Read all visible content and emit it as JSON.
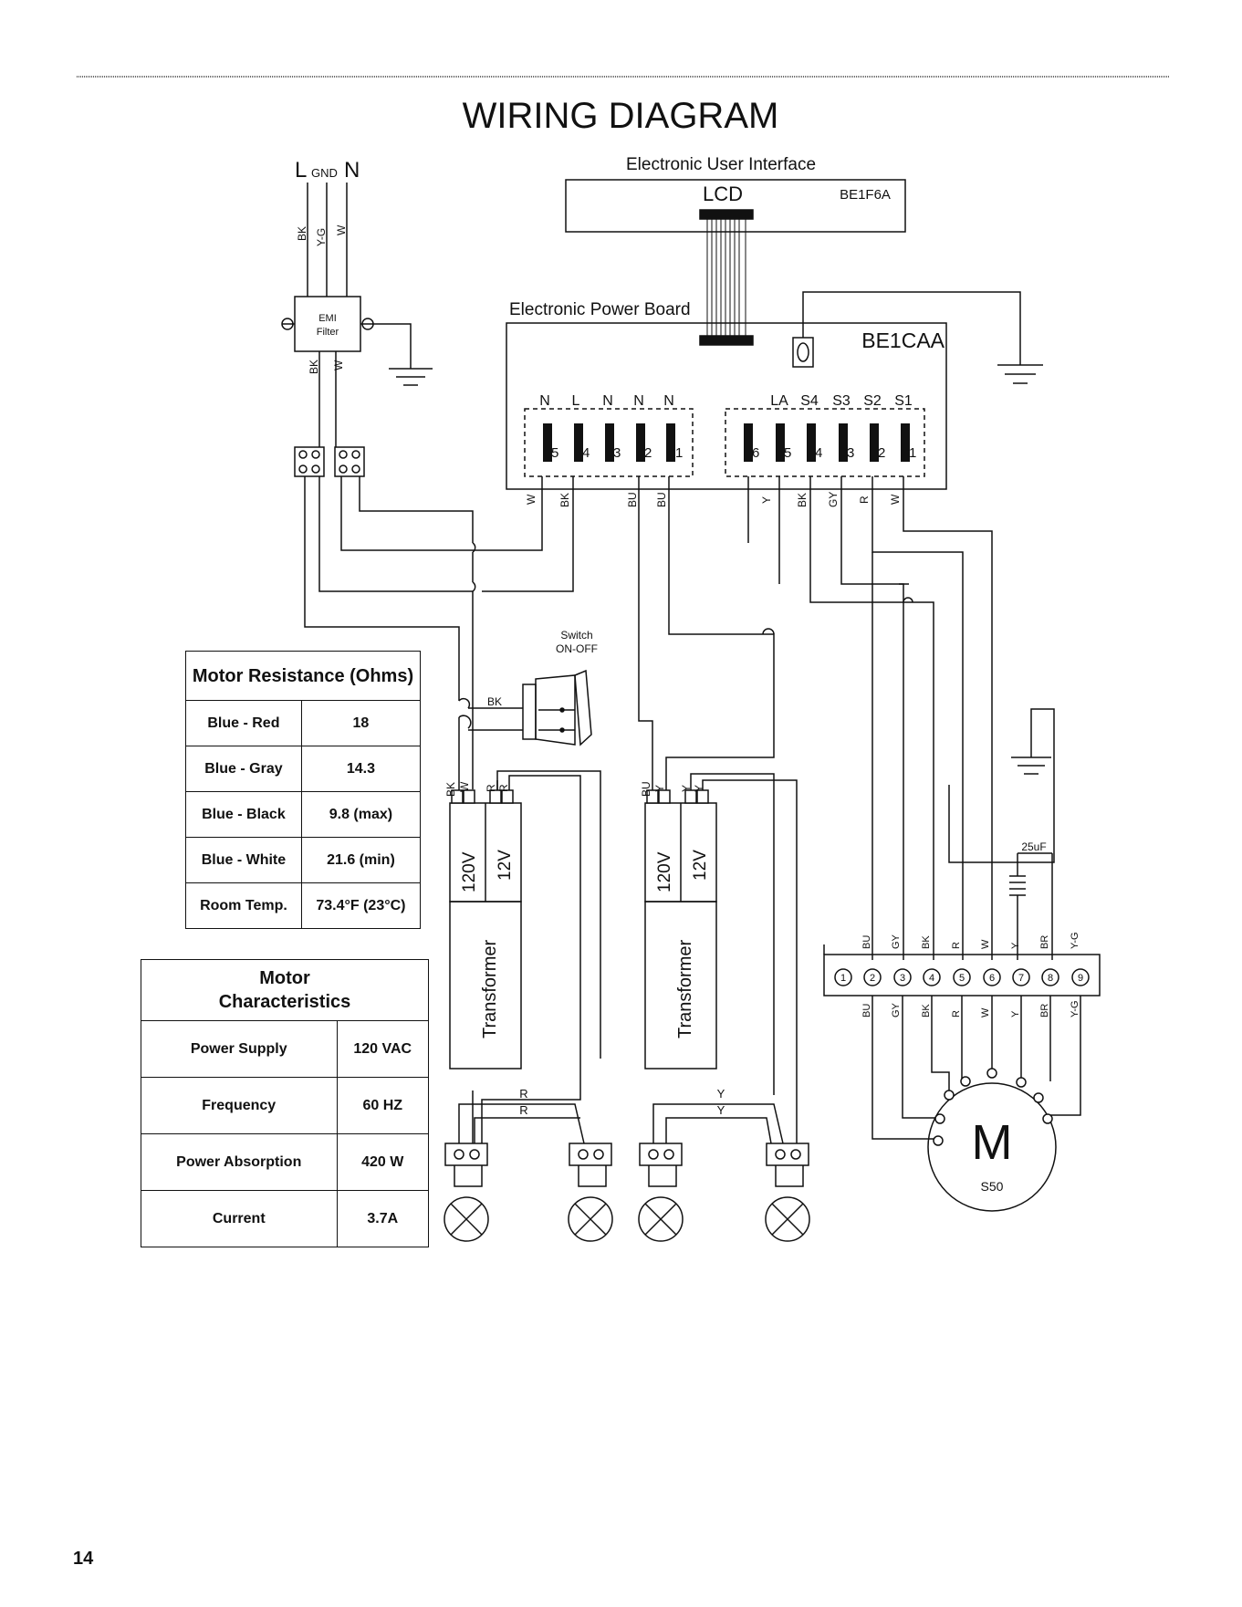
{
  "page": {
    "number": "14"
  },
  "title": "WIRING DIAGRAM",
  "labels": {
    "supply": "L",
    "gnd": "GND",
    "neutral": "N",
    "emi_1": "EMI",
    "emi_2": "Filter",
    "user_interface": "Electronic User Interface",
    "lcd": "LCD",
    "ui_code": "BE1F6A",
    "power_board": "Electronic Power Board",
    "board_code": "BE1CAA",
    "switch_1": "Switch",
    "switch_2": "ON-OFF",
    "transformer": "Transformer",
    "v120": "120V",
    "v12": "12V",
    "capacitor": "25uF",
    "motor": "M",
    "motor_code": "S50",
    "bk": "BK"
  },
  "connectors": {
    "left_names": [
      "N",
      "L",
      "N",
      "N",
      "N"
    ],
    "left_pins": [
      "5",
      "4",
      "3",
      "2",
      "1"
    ],
    "right_names": [
      "LA",
      "S4",
      "S3",
      "S2",
      "S1"
    ],
    "right_pins": [
      "6",
      "5",
      "4",
      "3",
      "2",
      "1"
    ]
  },
  "wire_colors": {
    "supply": [
      "BK",
      "Y-G",
      "W"
    ],
    "emi_out": [
      "BK",
      "W"
    ],
    "board_left": [
      "W",
      "BK",
      "BU",
      "BU"
    ],
    "board_right": [
      "Y",
      "BK",
      "GY",
      "R",
      "W"
    ],
    "transformer1": [
      "BK",
      "W",
      "R",
      "R"
    ],
    "transformer2": [
      "BU",
      "Y",
      "Y",
      "Y"
    ],
    "motor_terminals": [
      "BU",
      "GY",
      "BK",
      "R",
      "W",
      "Y",
      "BR",
      "Y-G"
    ],
    "terminal_numbers": [
      "1",
      "2",
      "3",
      "4",
      "5",
      "6",
      "7",
      "8",
      "9"
    ],
    "lamp1": [
      "R",
      "R"
    ],
    "lamp2": [
      "Y",
      "Y"
    ]
  },
  "motor_resistance": {
    "title": "Motor Resistance (Ohms)",
    "rows": [
      [
        "Blue - Red",
        "18"
      ],
      [
        "Blue - Gray",
        "14.3"
      ],
      [
        "Blue - Black",
        "9.8 (max)"
      ],
      [
        "Blue - White",
        "21.6 (min)"
      ],
      [
        "Room Temp.",
        "73.4°F (23°C)"
      ]
    ]
  },
  "motor_characteristics": {
    "title_1": "Motor",
    "title_2": "Characteristics",
    "rows": [
      [
        "Power Supply",
        "120 VAC"
      ],
      [
        "Frequency",
        "60 HZ"
      ],
      [
        "Power Absorption",
        "420 W"
      ],
      [
        "Current",
        "3.7A"
      ]
    ]
  }
}
